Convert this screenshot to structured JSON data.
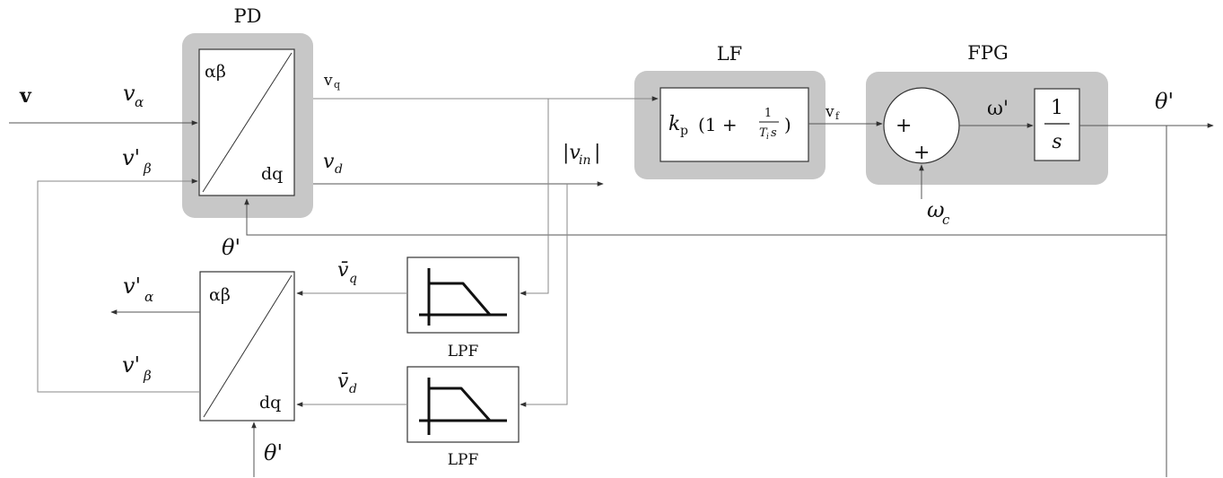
{
  "blocks": {
    "pd": {
      "title": "PD",
      "top_left": "αβ",
      "bottom_right": "dq"
    },
    "lf": {
      "title": "LF",
      "kp": "k",
      "kp_sub": "p",
      "paren_open": "(1 +",
      "frac_num": "1",
      "frac_den_t": "T",
      "frac_den_i": "i",
      "frac_den_s": "s",
      "paren_close": ")"
    },
    "fpg": {
      "title": "FPG",
      "sum_plus_a": "+",
      "sum_plus_b": "+",
      "integ_num": "1",
      "integ_den": "s"
    },
    "inv": {
      "top_left": "αβ",
      "bottom_right": "dq"
    },
    "lpf_q": {
      "label": "LPF"
    },
    "lpf_d": {
      "label": "LPF"
    }
  },
  "signals": {
    "v_in": "v",
    "v_alpha": "v",
    "v_alpha_sub": "α",
    "v_beta_prime": "v'",
    "v_beta_sub": "β",
    "vq": "v",
    "vq_sub": "q",
    "vd": "v",
    "vd_sub": "d",
    "vin_abs": "|v",
    "vin_abs_sub": "in",
    "vin_abs_close": "|",
    "vf": "v",
    "vf_sub": "f",
    "omega_prime": "ω'",
    "omega_c": "ω",
    "omega_c_sub": "c",
    "theta_out": "θ'",
    "theta_fb_pd": "θ'",
    "theta_fb_inv": "θ'",
    "vbar_q": "v̄",
    "vbar_q_sub": "q",
    "vbar_d": "v̄",
    "vbar_d_sub": "d",
    "v_alpha_prime_out": "v'",
    "v_alpha_prime_out_sub": "α",
    "v_beta_prime_out": "v'",
    "v_beta_prime_out_sub": "β"
  }
}
